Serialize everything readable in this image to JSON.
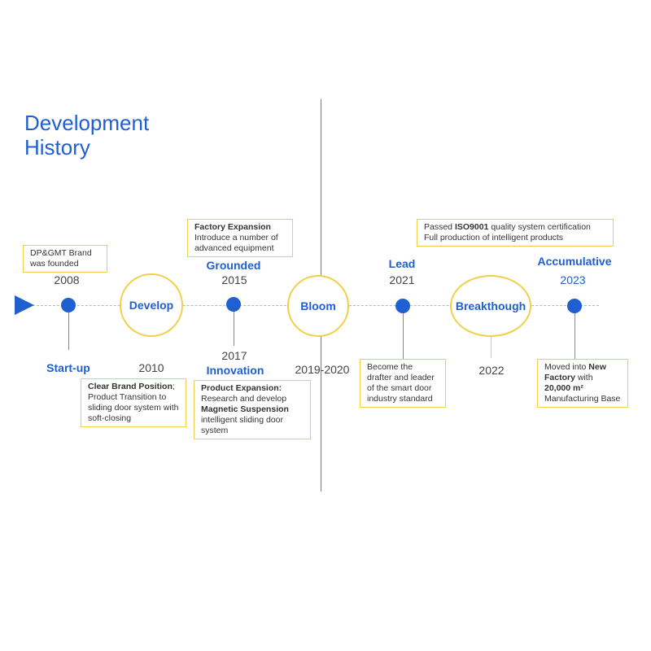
{
  "title": {
    "line1": "Development",
    "line2": "History"
  },
  "timeline": {
    "startup": {
      "year": "2008",
      "stage": "Start-up",
      "note": "DP&GMT Brand was founded"
    },
    "develop": {
      "ring": "Develop",
      "year": "2010",
      "note": {
        "bold": "Clear Brand Position",
        "rest": "; Product Transition to sliding door system with soft-closing"
      }
    },
    "grounded": {
      "stage": "Grounded",
      "year": "2015",
      "note": {
        "bold": "Factory Expansion",
        "rest": "Introduce a number of advanced equipment"
      }
    },
    "innovation": {
      "year": "2017",
      "stage": "Innovation",
      "note": {
        "bold1": "Product Expansion:",
        "line2": "Research and develop",
        "bold2": "Magnetic Suspension",
        "rest": "intelligent sliding door system"
      }
    },
    "bloom": {
      "ring": "Bloom",
      "year": "2019-2020"
    },
    "lead": {
      "stage": "Lead",
      "year": "2021",
      "note": "Become the drafter and leader of the smart door industry standard"
    },
    "breakthrough": {
      "ring": "Breakthough",
      "year": "2022",
      "note": {
        "pre": "Passed ",
        "bold": "ISO9001",
        "post": " quality system certification",
        "line2": "Full production of intelligent products"
      }
    },
    "accumulative": {
      "stage": "Accumulative",
      "year": "2023",
      "note": {
        "pre": "Moved into ",
        "bold1": "New Factory",
        "mid": " with ",
        "bold2": "20,000 m²",
        "post": " Manufacturing Base"
      }
    }
  },
  "colors": {
    "accent": "#1f5fcf",
    "ring": "#f2cf4a",
    "line": "#b8b8b8"
  },
  "icons": {
    "start": "play-arrow-icon"
  }
}
